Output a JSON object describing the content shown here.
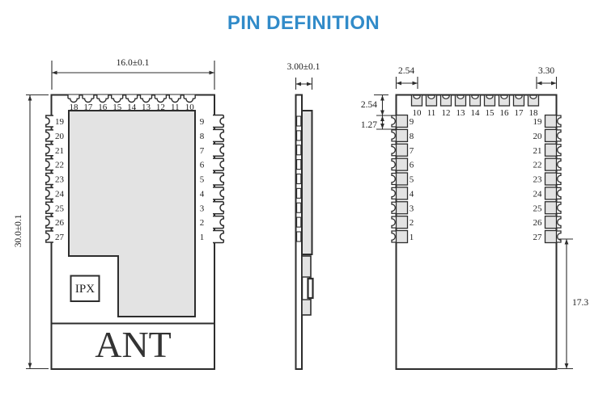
{
  "title": "PIN DEFINITION",
  "colors": {
    "accent": "#318bc9",
    "outline": "#2d2d2d",
    "pad_fill": "#e3e3e3"
  },
  "front_view": {
    "top_pins": [
      "18",
      "17",
      "16",
      "15",
      "14",
      "13",
      "12",
      "11",
      "10"
    ],
    "left_pins": [
      "19",
      "20",
      "21",
      "22",
      "23",
      "24",
      "25",
      "26",
      "27"
    ],
    "right_pins": [
      "9",
      "8",
      "7",
      "6",
      "5",
      "4",
      "3",
      "2",
      "1"
    ],
    "ipx_label": "IPX",
    "ant_label": "ANT",
    "width_dim": "16.0±0.1",
    "height_dim": "30.0±0.1"
  },
  "side_view": {
    "thickness_dim": "3.00±0.1"
  },
  "back_view": {
    "top_pins": [
      "10",
      "11",
      "12",
      "13",
      "14",
      "15",
      "16",
      "17",
      "18"
    ],
    "left_pins": [
      "9",
      "8",
      "7",
      "6",
      "5",
      "4",
      "3",
      "2",
      "1"
    ],
    "right_pins": [
      "19",
      "20",
      "21",
      "22",
      "23",
      "24",
      "25",
      "26",
      "27"
    ],
    "pitch_dim": "2.54",
    "corner_dim": "3.30",
    "edge_dim": "2.54",
    "half_pitch_dim": "1.27",
    "bottom_dim": "17.3"
  }
}
